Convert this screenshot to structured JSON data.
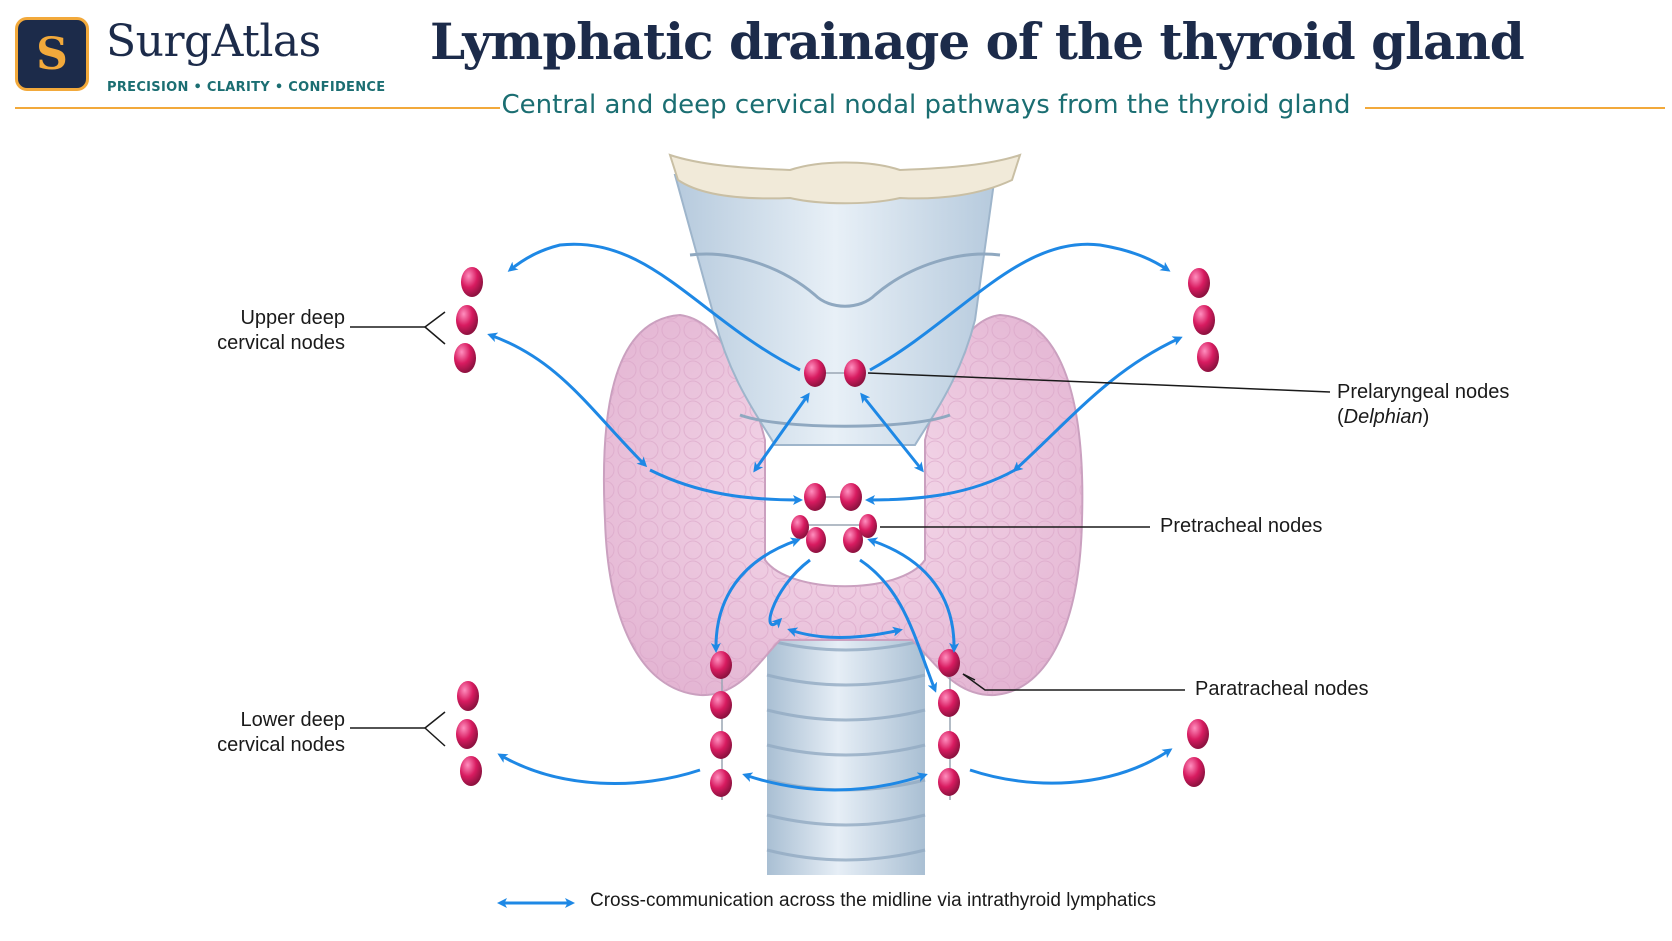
{
  "brand": {
    "logo_letter": "S",
    "name": "SurgAtlas",
    "tagline": "PRECISION • CLARITY • CONFIDENCE"
  },
  "header": {
    "title": "Lymphatic drainage of the thyroid gland",
    "subtitle": "Central and deep cervical nodal pathways from the thyroid gland"
  },
  "labels": {
    "upper_deep_line1": "Upper deep",
    "upper_deep_line2": "cervical nodes",
    "lower_deep_line1": "Lower deep",
    "lower_deep_line2": "cervical nodes",
    "prelaryngeal_line1": "Prelaryngeal nodes",
    "prelaryngeal_line2_open": "(",
    "prelaryngeal_line2_italic": "Delphian",
    "prelaryngeal_line2_close": ")",
    "pretracheal": "Pretracheal nodes",
    "paratracheal": "Paratracheal nodes"
  },
  "legend": {
    "text": "Cross-communication across the midline via intrathyroid lymphatics"
  },
  "colors": {
    "navy": "#1c2b4a",
    "teal": "#1b6e72",
    "gold": "#f2a93b",
    "arrow_blue": "#1e88e5",
    "node_pink": "#d81b60",
    "thyroid_pink": "#efc7e0",
    "cartilage_blue": "#c9daea"
  }
}
